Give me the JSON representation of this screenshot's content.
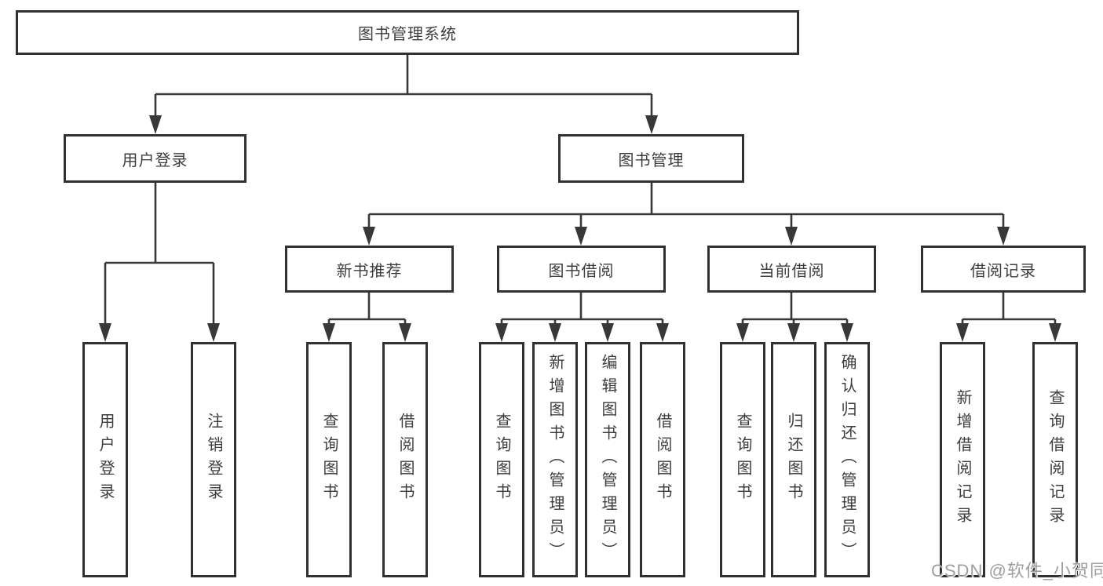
{
  "diagram": {
    "title": "图书管理系统",
    "root": {
      "label": "图书管理系统"
    },
    "level2": [
      {
        "label": "用户登录"
      },
      {
        "label": "图书管理"
      }
    ],
    "level3": [
      {
        "label": "新书推荐"
      },
      {
        "label": "图书借阅"
      },
      {
        "label": "当前借阅"
      },
      {
        "label": "借阅记录"
      }
    ],
    "leaves": {
      "user_login": [
        "用户登录",
        "注销登录"
      ],
      "new_book": [
        "查询图书",
        "借阅图书"
      ],
      "borrow": [
        "查询图书",
        "新增图书（管理员）",
        "编辑图书（管理员）",
        "借阅图书"
      ],
      "current": [
        "查询图书",
        "归还图书",
        "确认归还（管理员）"
      ],
      "records": [
        "新增借阅记录",
        "查询借阅记录"
      ]
    }
  },
  "watermark": {
    "text": "CSDN @软件_小贺同学"
  },
  "colors": {
    "line": "#383838",
    "border": "#313131",
    "text": "#3d3d3d",
    "watermark": "#9e9e9e",
    "background": "#ffffff"
  }
}
